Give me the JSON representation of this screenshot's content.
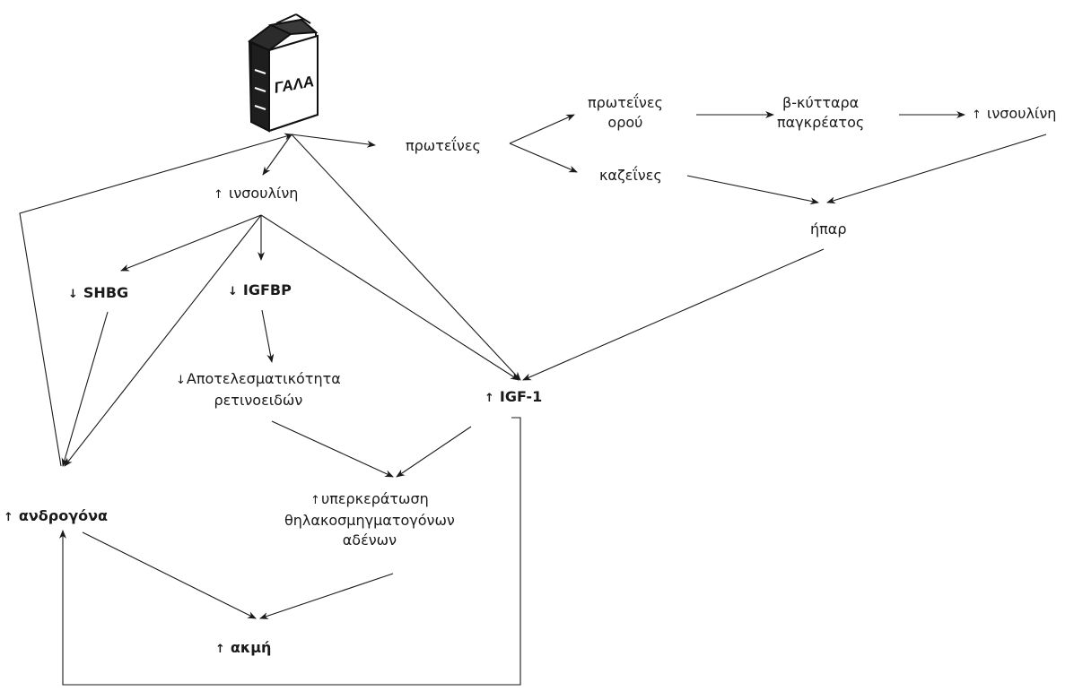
{
  "carton": {
    "text": "ΓΑΛΑ",
    "icon": "milk-carton-icon"
  },
  "nodes": {
    "proteins": "πρωτεΐνες",
    "whey_line1": "πρωτεΐνες",
    "whey_line2": "ορού",
    "beta_line1": "β-κύτταρα",
    "beta_line2": "παγκρέατος",
    "insulin_right": "ινσουλίνη",
    "caseins": "καζεΐνες",
    "liver": "ήπαρ",
    "insulin_center": "ινσουλίνη",
    "shbg": "SHBG",
    "igfbp": "IGFBP",
    "retinoid_line1": "Αποτελεσματικότητα",
    "retinoid_line2": "ρετινοειδών",
    "igf1": "IGF-1",
    "sebum_line1": "υπερκεράτωση",
    "sebum_line2": "θηλακοσμηγματογόνων",
    "sebum_line3": "αδένων",
    "androgens": "ανδρογόνα",
    "acne": "ακμή"
  },
  "markers": {
    "up": "↑",
    "down": "↓"
  }
}
